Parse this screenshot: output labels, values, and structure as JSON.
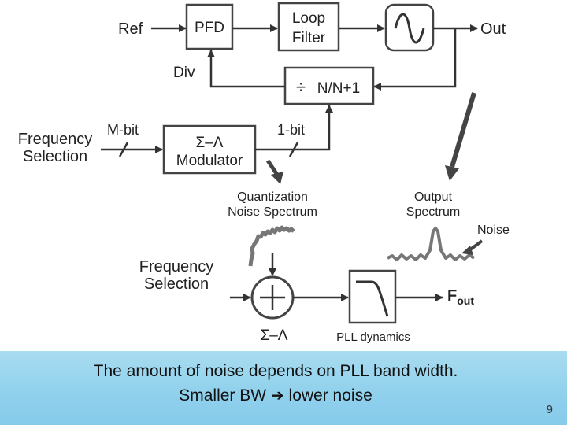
{
  "diagram": {
    "ref": "Ref",
    "pfd": "PFD",
    "loop_filter_line1": "Loop",
    "loop_filter_line2": "Filter",
    "out": "Out",
    "div": "Div",
    "divider": "N/N+1",
    "freq_sel_top_line1": "Frequency",
    "freq_sel_top_line2": "Selection",
    "m_bit": "M-bit",
    "one_bit": "1-bit",
    "modulator_line1": "Σ–Λ",
    "modulator_line2": "Modulator",
    "qn_line1": "Quantization",
    "qn_line2": "Noise Spectrum",
    "os_line1": "Output",
    "os_line2": "Spectrum",
    "noise": "Noise",
    "freq_sel_bot_line1": "Frequency",
    "freq_sel_bot_line2": "Selection",
    "fout_main": "F",
    "fout_sub": "out",
    "sigma_delta": "Σ–Λ",
    "pll_dynamics": "PLL dynamics"
  },
  "caption": {
    "line1": "The amount of noise depends on PLL band width.",
    "line2_a": "Smaller BW",
    "arrow": "➔",
    "line2_b": "lower noise"
  },
  "page_number": "9"
}
